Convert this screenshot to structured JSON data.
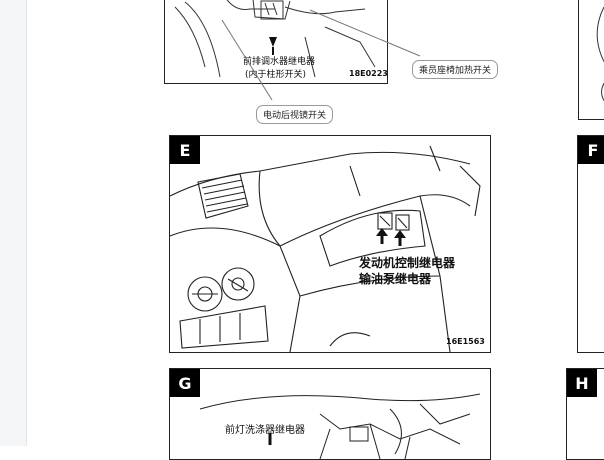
{
  "panel_top": {
    "label_line1": "前排调水器继电器",
    "label_line2": "(内于柱形开关)",
    "code": "18E0223"
  },
  "callouts": {
    "seat_heater": "乘员座椅加热开关",
    "mirror_switch": "电动后视镜开关"
  },
  "panel_e": {
    "letter": "E",
    "label_line1": "发动机控制继电器",
    "label_line2": "输油泵继电器",
    "code": "16E1563"
  },
  "panel_f": {
    "letter": "F"
  },
  "panel_g": {
    "letter": "G",
    "label_line1": "前灯洗涤器继电器"
  },
  "panel_h": {
    "letter": "H"
  }
}
